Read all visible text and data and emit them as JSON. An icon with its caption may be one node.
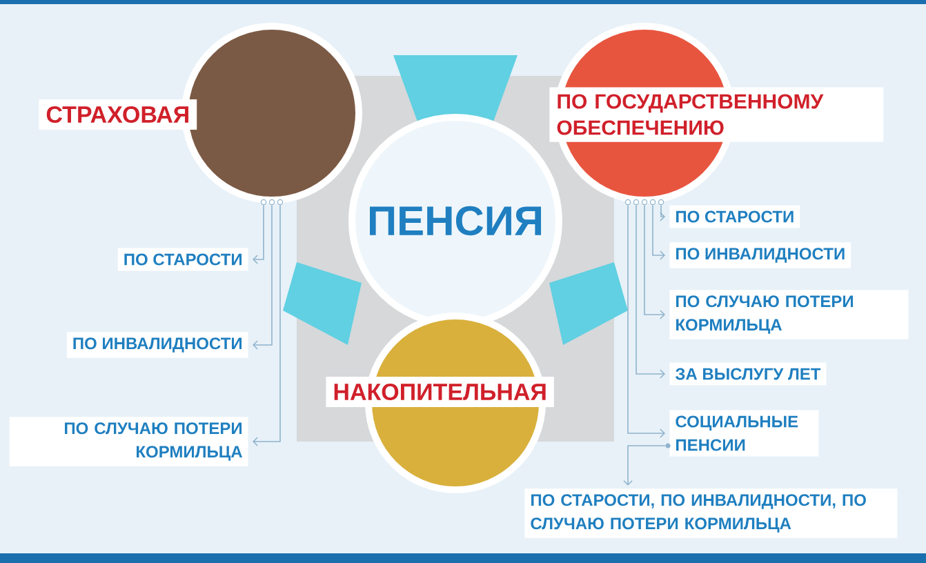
{
  "diagram": {
    "nodes": [
      {
        "text": [
          "ПЕНСИЯ"
        ]
      },
      {
        "text": [
          "СТРАХОВАЯ"
        ]
      },
      {
        "text": [
          "ПО ГОСУДАРСТВЕННОМУ ОБЕСПЕЧЕНИЮ"
        ]
      },
      {
        "text": [
          "НАКОПИТЕЛЬНАЯ"
        ]
      },
      {
        "text": [
          "ПО СТАРОСТИ"
        ]
      },
      {
        "text": [
          "ПО ИНВАЛИДНОСТИ"
        ]
      },
      {
        "text": [
          "ПО СЛУЧАЮ ПОТЕРИ КОРМИЛЬЦА"
        ]
      },
      {
        "text": [
          "ПО СТАРОСТИ"
        ]
      },
      {
        "text": [
          "ПО ИНВАЛИДНОСТИ"
        ]
      },
      {
        "text": [
          "ПО СЛУЧАЮ ПОТЕРИ КОРМИЛЬЦА"
        ]
      },
      {
        "text": [
          "ЗА ВЫСЛУГУ ЛЕТ"
        ]
      },
      {
        "text": [
          "СОЦИАЛЬНЫЕ ПЕНСИИ"
        ]
      },
      {
        "text": [
          "ПО СТАРОСТИ, ПО ИНВАЛИДНОСТИ, ПО СЛУЧАЮ ПОТЕРИ КОРМИЛЬЦА"
        ]
      }
    ],
    "edges": [
      {
        "from": 1,
        "to": 4,
        "arrow": "to"
      },
      {
        "from": 1,
        "to": 5,
        "arrow": "to"
      },
      {
        "from": 1,
        "to": 6,
        "arrow": "to"
      },
      {
        "from": 2,
        "to": 7,
        "arrow": "to"
      },
      {
        "from": 2,
        "to": 8,
        "arrow": "to"
      },
      {
        "from": 2,
        "to": 9,
        "arrow": "to"
      },
      {
        "from": 2,
        "to": 10,
        "arrow": "to"
      },
      {
        "from": 2,
        "to": 11,
        "arrow": "to"
      },
      {
        "from": 11,
        "to": 12,
        "arrow": "to"
      }
    ]
  }
}
